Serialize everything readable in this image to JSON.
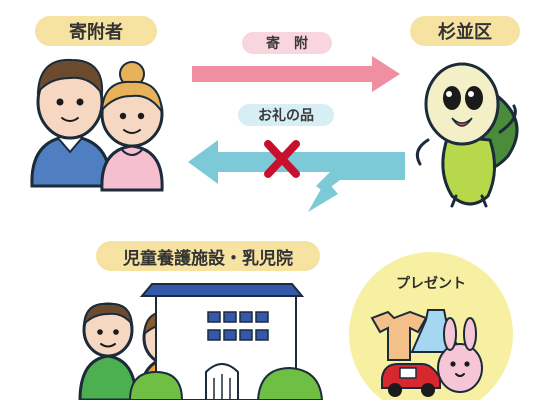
{
  "labels": {
    "donor": "寄附者",
    "ward": "杉並区",
    "donation": "寄　附",
    "thanks_gift": "お礼の品",
    "facility": "児童養護施設・乳児院",
    "present": "プレゼント"
  },
  "colors": {
    "cream_label": "#f6e3a2",
    "pink_arrow": "#ee8fa2",
    "blue_arrow": "#7ccad8",
    "cross": "#c8102e",
    "present_bg": "#f3ea7a"
  }
}
